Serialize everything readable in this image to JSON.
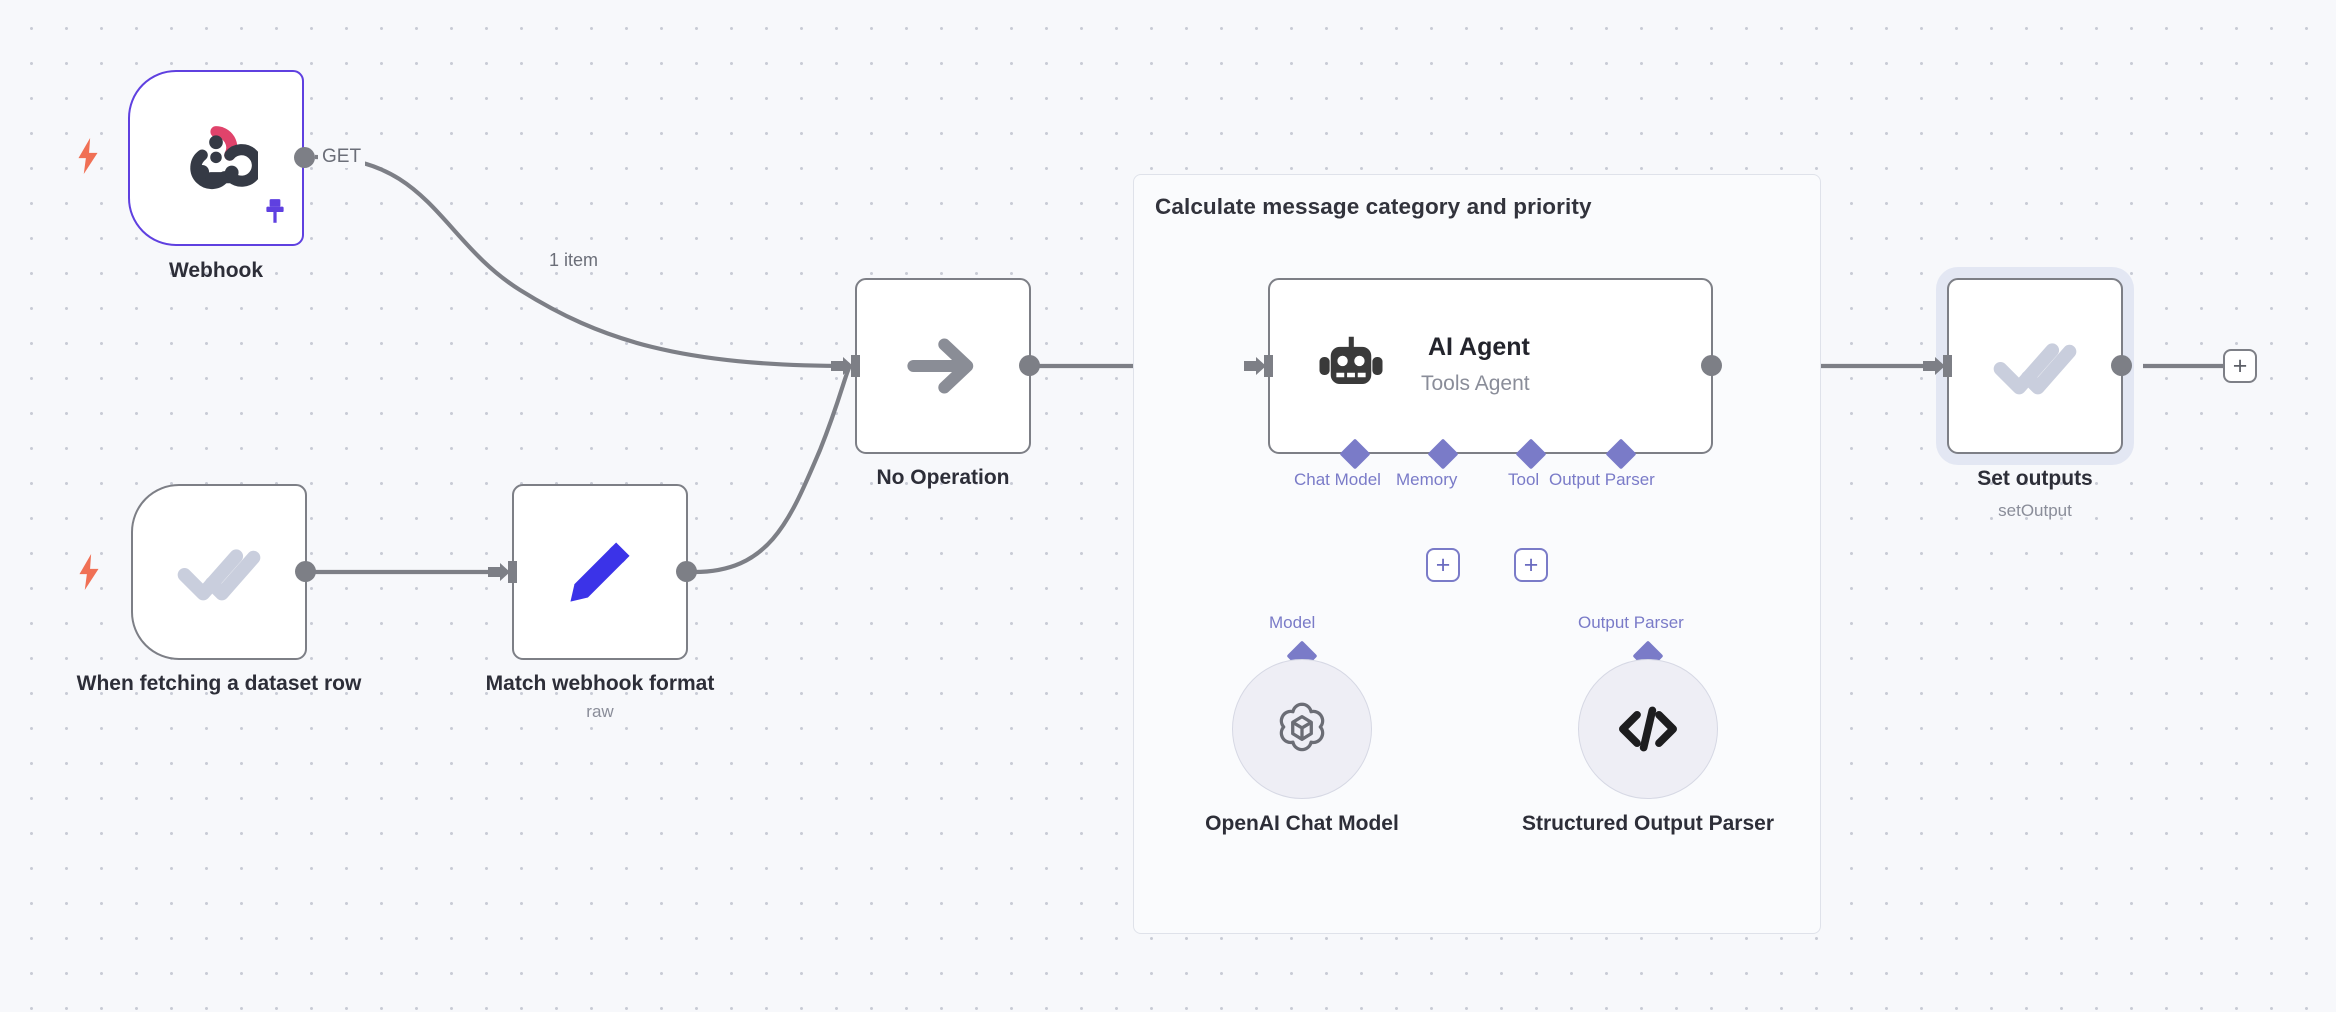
{
  "canvas": {
    "background_color": "#f7f8fb",
    "dot_color": "#c9ccd6",
    "accent_purple": "#7a7bc8",
    "trigger_purple": "#5f40e0",
    "bolt_color": "#f07055",
    "wire_color": "#7d7f86"
  },
  "group": {
    "title": "Calculate message category and priority"
  },
  "nodes": {
    "webhook": {
      "caption": "Webhook",
      "output_label": "GET",
      "icon": "webhook-icon",
      "pinned": true,
      "is_trigger": true
    },
    "dataset_trigger": {
      "caption": "When fetching a dataset row",
      "icon": "double-check-icon",
      "is_trigger": true
    },
    "match_webhook": {
      "caption": "Match webhook format",
      "subcaption": "raw",
      "icon": "pencil-icon"
    },
    "no_operation": {
      "caption": "No Operation",
      "icon": "arrow-right-icon"
    },
    "ai_agent": {
      "title": "AI Agent",
      "subtitle": "Tools Agent",
      "icon": "robot-icon",
      "ports": [
        {
          "label": "Chat Model"
        },
        {
          "label": "Memory"
        },
        {
          "label": "Tool"
        },
        {
          "label": "Output Parser"
        }
      ]
    },
    "set_outputs": {
      "caption": "Set outputs",
      "subcaption": "setOutput",
      "icon": "double-check-icon",
      "selected": true
    },
    "openai_chat_model": {
      "caption": "OpenAI Chat Model",
      "port_label": "Model",
      "icon": "openai-icon"
    },
    "structured_output_parser": {
      "caption": "Structured Output Parser",
      "port_label": "Output Parser",
      "icon": "code-brackets-icon"
    }
  },
  "connections": {
    "webhook_to_noop_label": "1 item"
  },
  "buttons": {
    "add_memory": "+",
    "add_tool": "+",
    "add_after_set_outputs": "+"
  }
}
